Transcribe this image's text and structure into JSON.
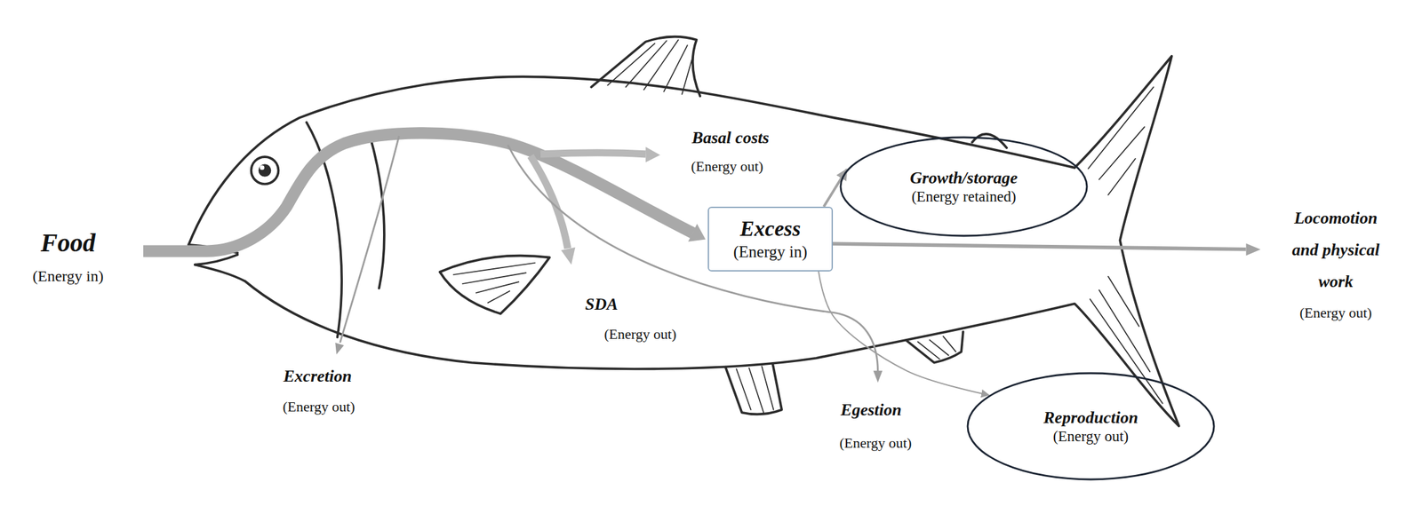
{
  "diagram": {
    "nodes": [
      {
        "text": [
          "Excess",
          "(Energy in)"
        ]
      },
      {
        "text": [
          "Growth/storage",
          "(Energy retained)"
        ]
      },
      {
        "text": [
          "Reproduction",
          "(Energy out)"
        ]
      }
    ],
    "edges": [
      {
        "from": 0,
        "to": 1,
        "arrow": "to"
      },
      {
        "from": 0,
        "to": 2,
        "arrow": "to"
      }
    ],
    "labels": [
      "Food",
      "(Energy in)",
      "Basal costs",
      "(Energy out)",
      "SDA",
      "(Energy out)",
      "Excretion",
      "(Energy out)",
      "Egestion",
      "(Energy out)",
      "Locomotion and physical work",
      "(Energy out)"
    ]
  }
}
